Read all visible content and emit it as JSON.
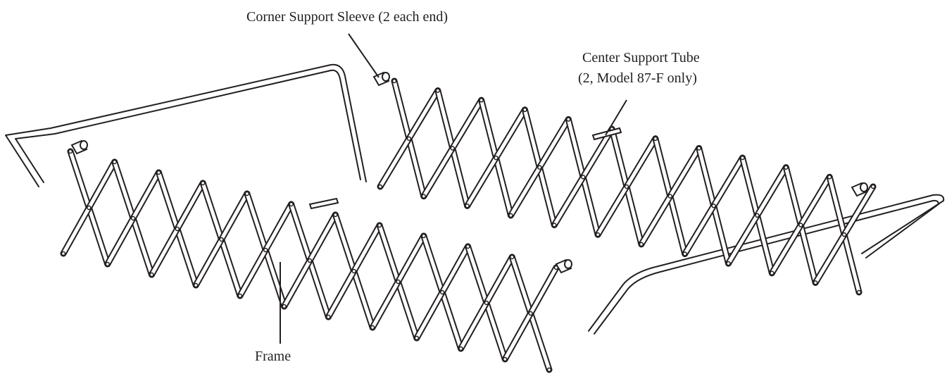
{
  "labels": {
    "corner_sleeve": "Corner Support Sleeve (2 each end)",
    "center_tube_line1": "Center Support Tube",
    "center_tube_line2": "(2, Model 87-F only)",
    "frame": "Frame"
  },
  "colors": {
    "ink": "#231f20",
    "paper": "#ffffff"
  }
}
